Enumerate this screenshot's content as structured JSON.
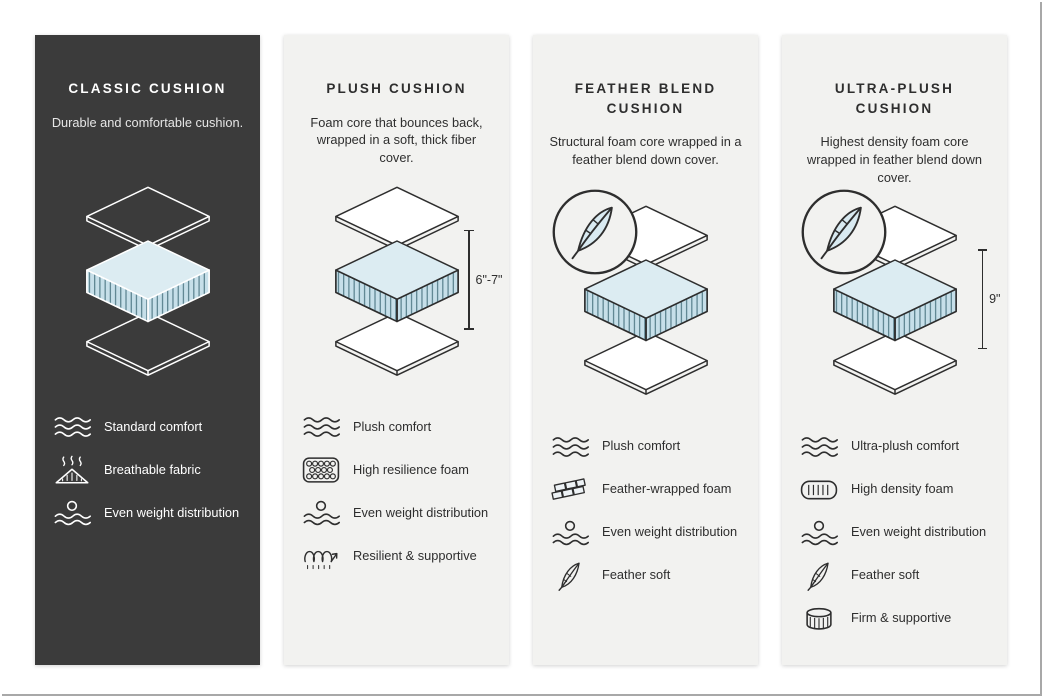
{
  "colors": {
    "dark_panel": "#3b3b3b",
    "light_panel": "#f2f2f0",
    "ink": "#2e2e2e",
    "cushion_core_fill": "#c6dfe9",
    "cushion_core_top": "#dcecf2"
  },
  "columns": [
    {
      "id": "classic",
      "title": "CLASSIC CUSHION",
      "description": "Durable and comfortable cushion.",
      "theme": "dark",
      "feather_badge": false,
      "height_label": "",
      "features": [
        {
          "icon": "waves-icon",
          "label": "Standard comfort"
        },
        {
          "icon": "breathable-fabric-icon",
          "label": "Breathable fabric"
        },
        {
          "icon": "weight-distribution-icon",
          "label": "Even weight distribution"
        }
      ]
    },
    {
      "id": "plush",
      "title": "PLUSH CUSHION",
      "description": "Foam core that bounces back, wrapped in a soft, thick fiber cover.",
      "theme": "light",
      "feather_badge": false,
      "height_label": "6\"-7\"",
      "features": [
        {
          "icon": "waves-icon",
          "label": "Plush comfort"
        },
        {
          "icon": "foam-cells-icon",
          "label": "High resilience foam"
        },
        {
          "icon": "weight-distribution-icon",
          "label": "Even weight distribution"
        },
        {
          "icon": "spring-icon",
          "label": "Resilient & supportive"
        }
      ]
    },
    {
      "id": "feather-blend",
      "title": "FEATHER BLEND CUSHION",
      "description": "Structural foam core wrapped in a feather blend down cover.",
      "theme": "light",
      "feather_badge": true,
      "height_label": "",
      "features": [
        {
          "icon": "waves-icon",
          "label": "Plush comfort"
        },
        {
          "icon": "bricks-icon",
          "label": "Feather-wrapped foam"
        },
        {
          "icon": "weight-distribution-icon",
          "label": "Even weight distribution"
        },
        {
          "icon": "feather-icon",
          "label": "Feather soft"
        }
      ]
    },
    {
      "id": "ultra-plush",
      "title": "ULTRA-PLUSH CUSHION",
      "description": "Highest density foam core wrapped in feather blend down cover.",
      "theme": "light",
      "feather_badge": true,
      "height_label": "9\"",
      "features": [
        {
          "icon": "waves-icon",
          "label": "Ultra-plush comfort"
        },
        {
          "icon": "density-foam-icon",
          "label": "High density foam"
        },
        {
          "icon": "weight-distribution-icon",
          "label": "Even weight distribution"
        },
        {
          "icon": "feather-icon",
          "label": "Feather soft"
        },
        {
          "icon": "firm-support-icon",
          "label": "Firm & supportive"
        }
      ]
    }
  ]
}
